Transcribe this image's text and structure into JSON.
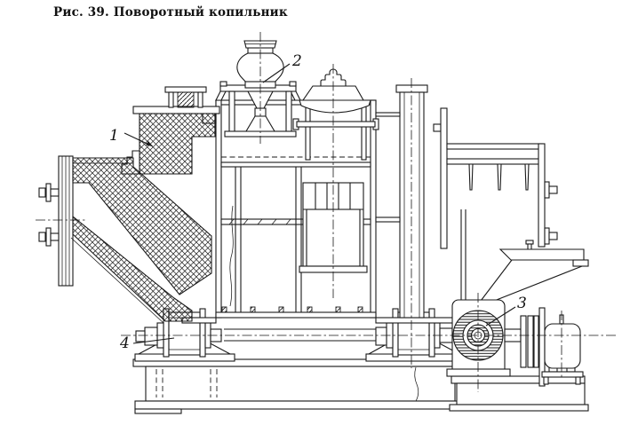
{
  "figure": {
    "caption": "Рис. 39. Поворотный копильник",
    "callouts": [
      {
        "number": "1"
      },
      {
        "number": "2"
      },
      {
        "number": "3"
      },
      {
        "number": "4"
      }
    ]
  },
  "colors": {
    "line": "#1a1a1a",
    "background": "#ffffff"
  }
}
